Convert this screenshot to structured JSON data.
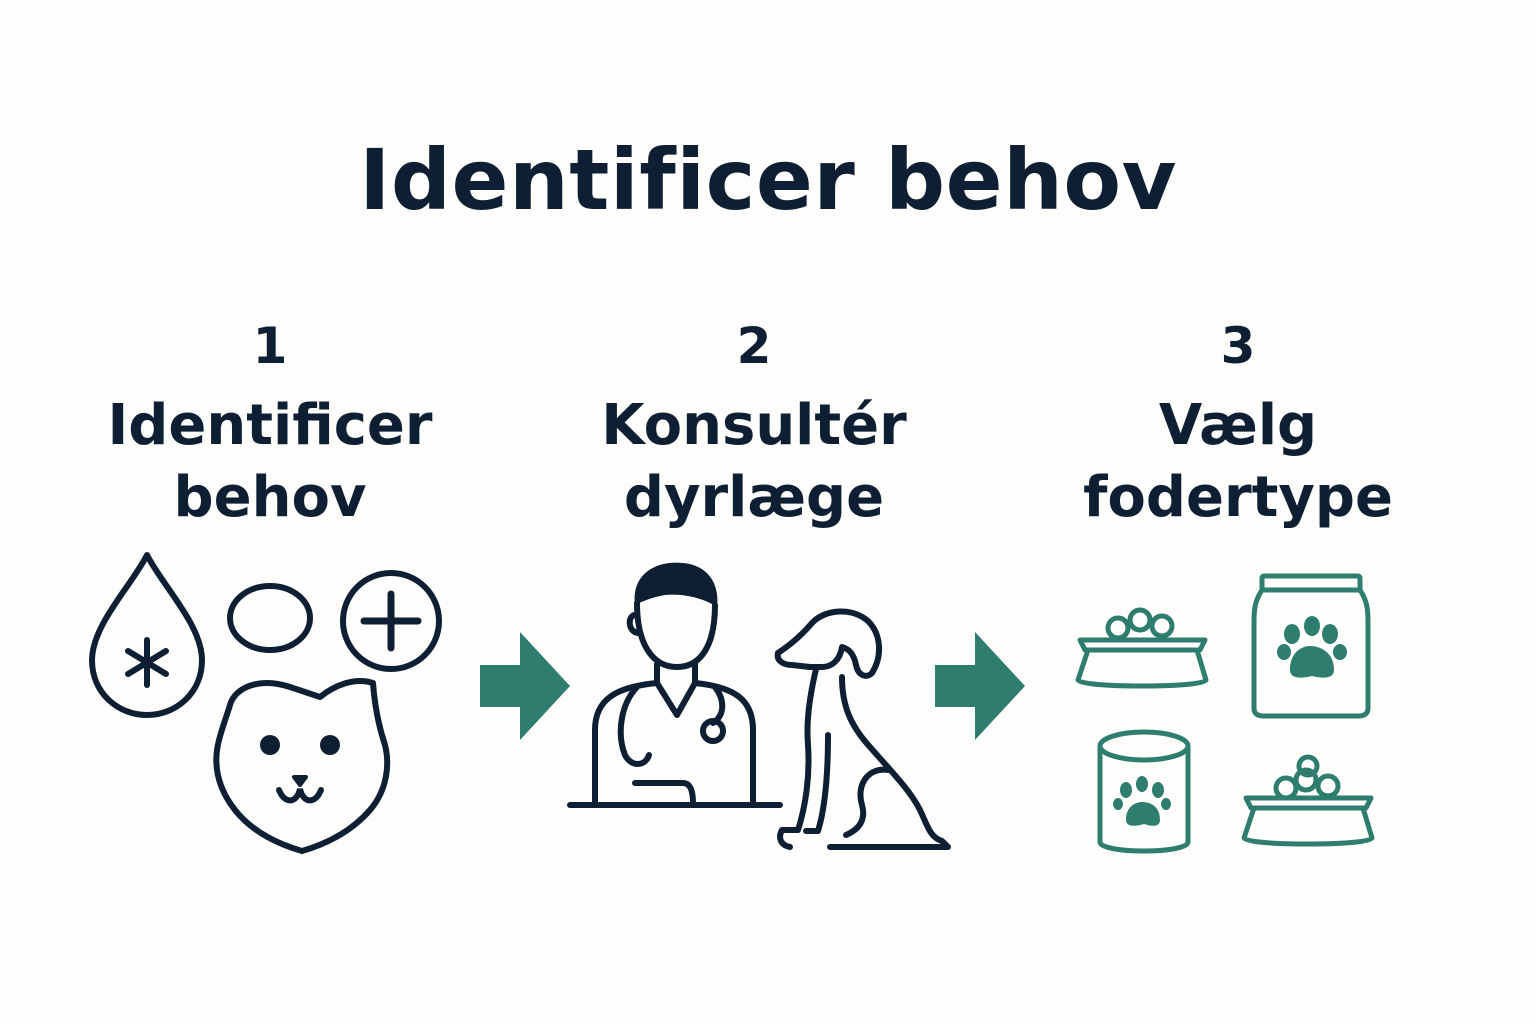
{
  "title": "Identificer behov",
  "steps": [
    {
      "number": "1",
      "line1": "Identificer",
      "line2": "behov",
      "icons": [
        "drop-asterisk-icon",
        "circle-icon",
        "plus-circle-icon",
        "cat-face-icon"
      ]
    },
    {
      "number": "2",
      "line1": "Konsultér",
      "line2": "dyrlæge",
      "icons": [
        "veterinarian-icon",
        "dog-icon"
      ]
    },
    {
      "number": "3",
      "line1": "Vælg",
      "line2": "fodertype",
      "icons": [
        "food-bowl-icon",
        "food-bag-icon",
        "food-can-icon",
        "food-bowl-icon"
      ]
    }
  ],
  "colors": {
    "text": "#0f1f33",
    "accent": "#2e7d6f",
    "background": "#fdfdfb"
  }
}
